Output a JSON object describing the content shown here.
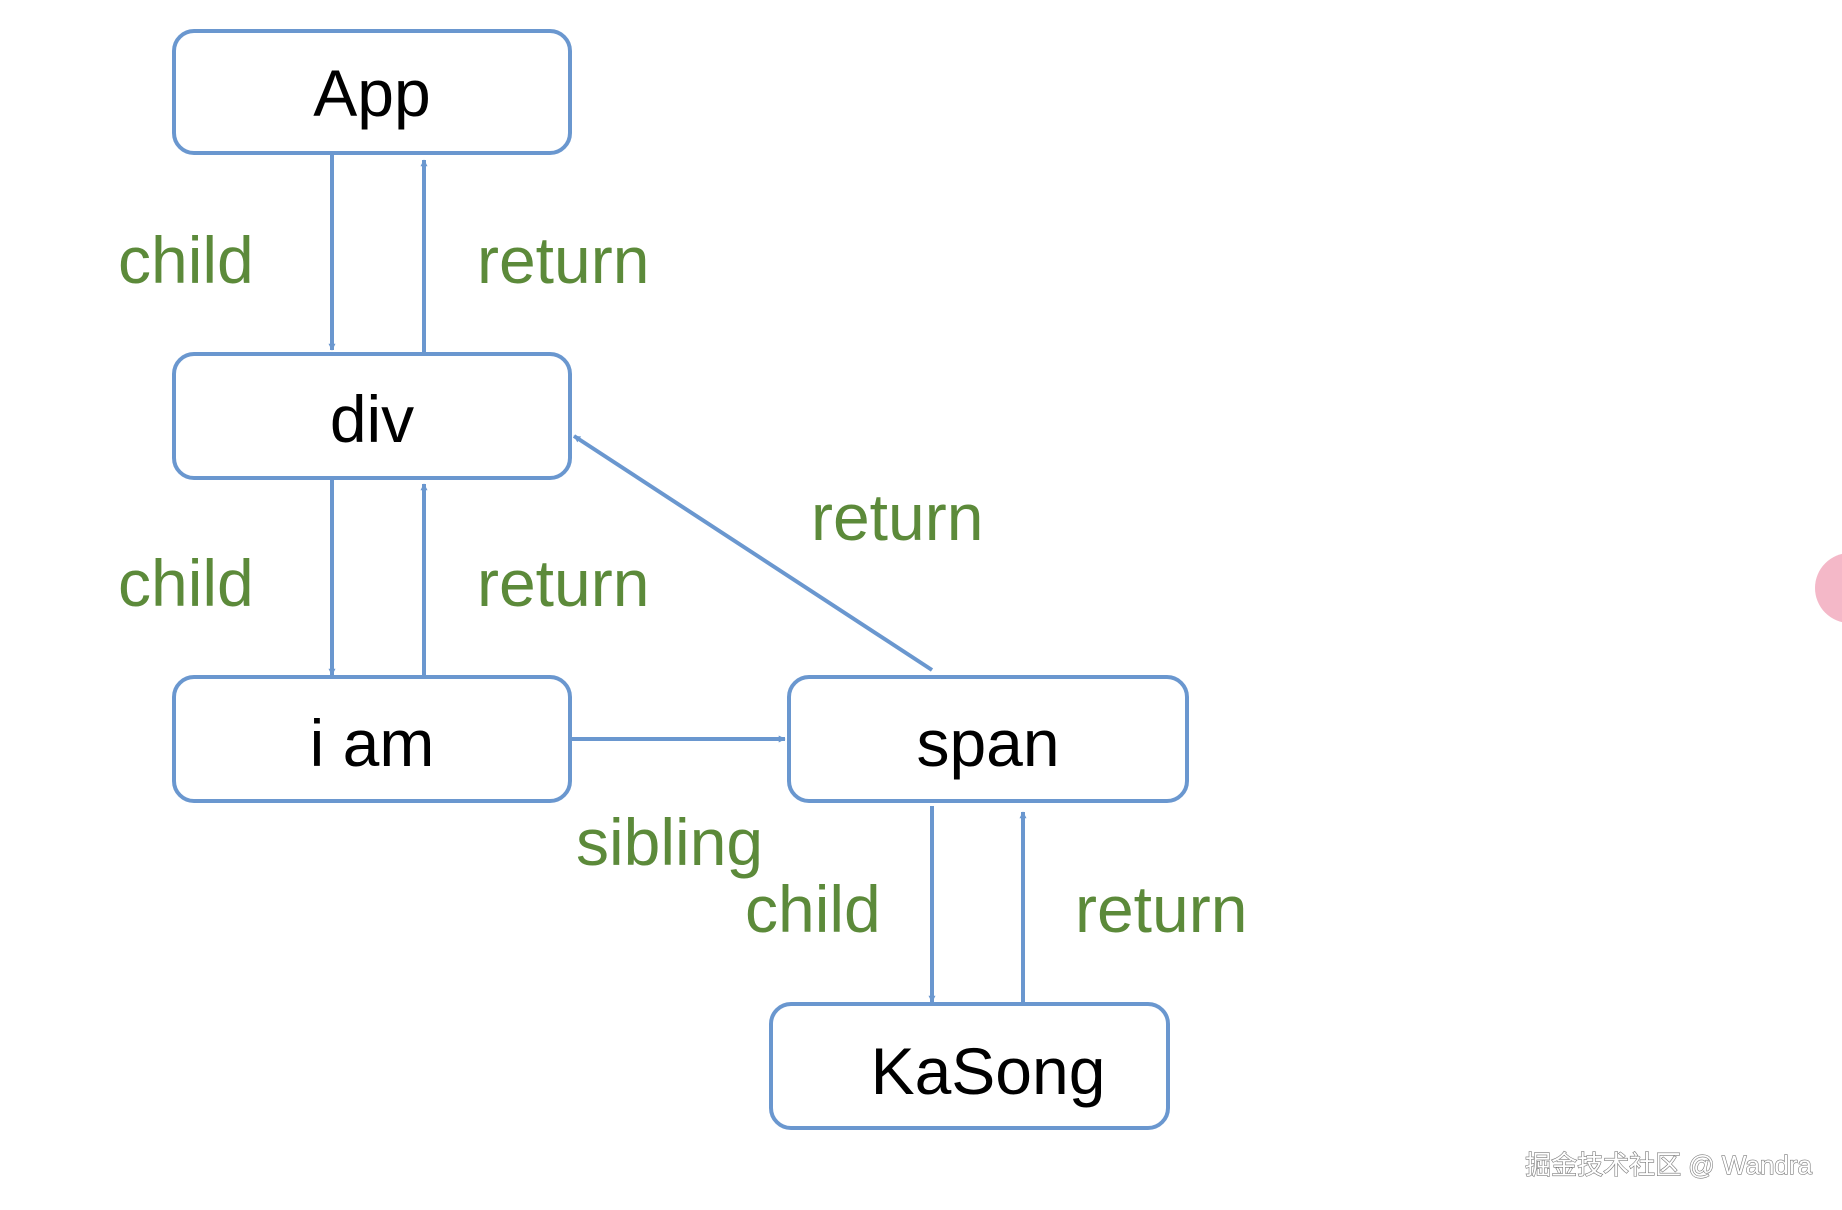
{
  "colors": {
    "node_border": "#6a97cf",
    "arrow": "#6a97cf",
    "label": "#5c8a3a",
    "text": "#000000",
    "background": "#ffffff",
    "edge_bubble": "#f4b8c8"
  },
  "nodes": [
    {
      "id": "app",
      "label": "App"
    },
    {
      "id": "div",
      "label": "div"
    },
    {
      "id": "iam",
      "label": "i am"
    },
    {
      "id": "span",
      "label": "span"
    },
    {
      "id": "kasong",
      "label": "KaSong"
    }
  ],
  "edges": [
    {
      "from": "app",
      "to": "div",
      "label": "child"
    },
    {
      "from": "div",
      "to": "app",
      "label": "return"
    },
    {
      "from": "div",
      "to": "iam",
      "label": "child"
    },
    {
      "from": "iam",
      "to": "div",
      "label": "return"
    },
    {
      "from": "iam",
      "to": "span",
      "label": "sibling"
    },
    {
      "from": "span",
      "to": "div",
      "label": "return"
    },
    {
      "from": "span",
      "to": "kasong",
      "label": "child"
    },
    {
      "from": "kasong",
      "to": "span",
      "label": "return"
    }
  ],
  "watermark": "掘金技术社区 @ Wandra"
}
